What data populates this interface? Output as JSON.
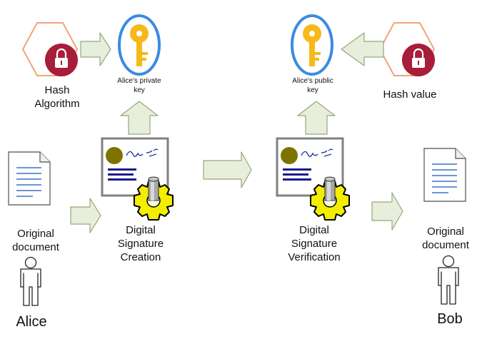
{
  "labels": {
    "hash_algorithm": [
      "Hash",
      "Algorithm"
    ],
    "alice_private_key": [
      "Alice's private",
      "key"
    ],
    "alice_public_key": [
      "Alice's public",
      "key"
    ],
    "hash_value": "Hash value",
    "original_document_left": [
      "Original",
      "document"
    ],
    "digital_signature_creation": [
      "Digital",
      "Signature",
      "Creation"
    ],
    "digital_signature_verification": [
      "Digital",
      "Signature",
      "Verification"
    ],
    "original_document_right": [
      "Original",
      "document"
    ],
    "alice": "Alice",
    "bob": "Bob"
  },
  "colors": {
    "hexagon": "#f2a37a",
    "lock": "#a71d3a",
    "key_ring": "#3b8be0",
    "key": "#f5b91a",
    "arrow_fill": "#e7eedb",
    "arrow_stroke": "#98a67a",
    "doc_lines": "#3c72c4",
    "seal": "#7d7400",
    "bars": "#1a1a8c",
    "gear": "#f3ee00"
  }
}
